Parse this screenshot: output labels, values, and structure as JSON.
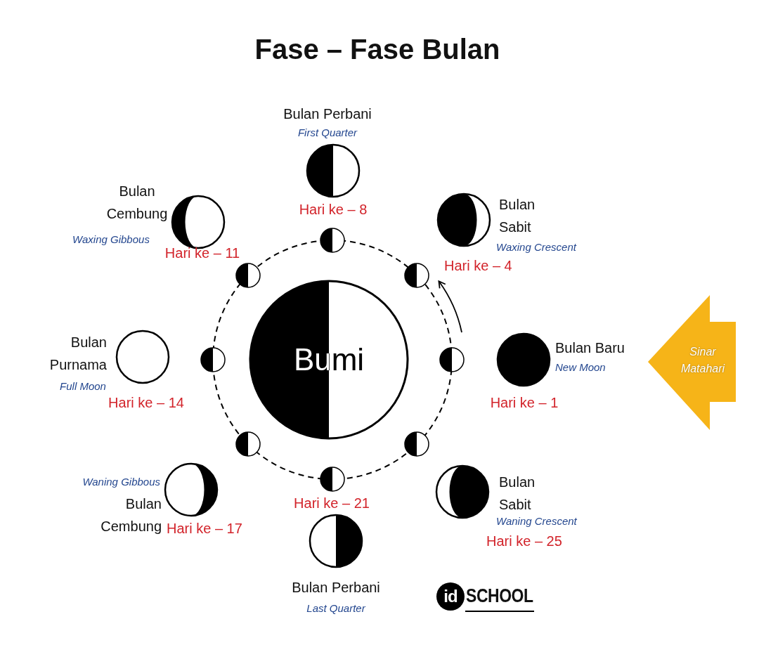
{
  "diagram": {
    "title": "Fase – Fase Bulan",
    "nodes": [
      {
        "text": [
          "Bulan Perbani",
          "First Quarter",
          "Hari ke – 8"
        ]
      },
      {
        "text": [
          "Bulan Cembung",
          "Waxing Gibbous",
          "Hari ke – 11"
        ]
      },
      {
        "text": [
          "Bulan Sabit",
          "Waxing Crescent",
          "Hari ke – 4"
        ]
      },
      {
        "text": [
          "Bulan Purnama",
          "Full Moon",
          "Hari ke – 14"
        ]
      },
      {
        "text": [
          "Bumi"
        ]
      },
      {
        "text": [
          "Bulan Baru",
          "New Moon",
          "Hari ke – 1"
        ]
      },
      {
        "text": [
          "Sinar Matahari"
        ]
      },
      {
        "text": [
          "Waning Gibbous",
          "Bulan Cembung",
          "Hari ke – 17"
        ]
      },
      {
        "text": [
          "Bulan Sabit",
          "Waning Crescent",
          "Hari ke – 25"
        ]
      },
      {
        "text": [
          "Hari ke – 21",
          "Bulan Perbani",
          "Last Quarter"
        ]
      }
    ],
    "labels": [
      "id",
      "SCHOOL"
    ]
  }
}
